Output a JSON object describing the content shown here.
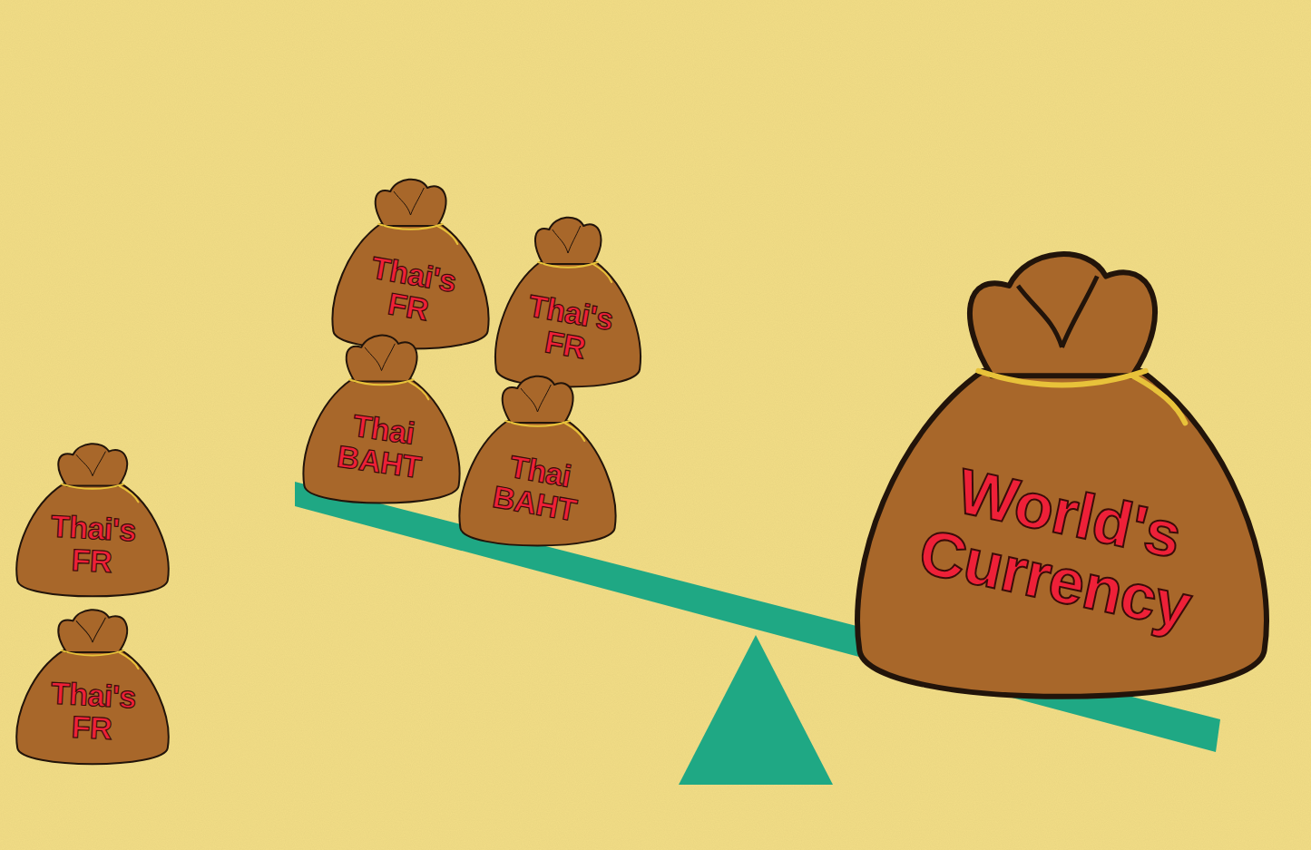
{
  "diagram": {
    "nodes": [
      {
        "text": [
          "Thai's FR"
        ]
      },
      {
        "text": [
          "Thai's FR"
        ]
      },
      {
        "text": [
          "Thai's FR"
        ]
      },
      {
        "text": [
          "Thai's FR"
        ]
      },
      {
        "text": [
          "Thai BAHT"
        ]
      },
      {
        "text": [
          "Thai BAHT"
        ]
      },
      {
        "text": [
          "World's Currency"
        ]
      }
    ]
  }
}
